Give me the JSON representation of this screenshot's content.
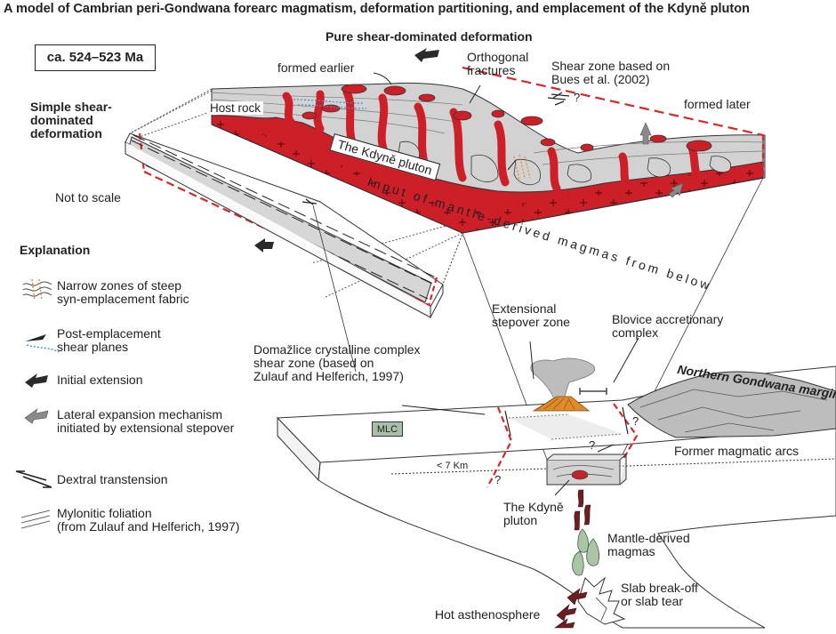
{
  "title": "A model of Cambrian peri-Gondwana forearc magmatism, deformation partitioning, and emplacement of the Kdyně pluton",
  "age": "ca. 524–523 Ma",
  "labels": {
    "pure_shear": "Pure shear-dominated deformation",
    "formed_earlier": "formed earlier",
    "orthogonal_fractures": "Orthogonal\nfractures",
    "shear_zone_bues": "Shear zone based on\nBues et al. (2002)",
    "formed_later": "formed later",
    "host_rock": "Host rock",
    "kdyne_pluton_block": "The Kdyně pluton",
    "simple_shear": "Simple shear-\ndominated\ndeformation",
    "not_to_scale": "Not to scale",
    "input_mantle": "Input of mantle-derived magmas from below",
    "question_mark": "?",
    "extensional_stepover": "Extensional\nstepover zone",
    "blovice": "Blovice accretionary\ncomplex",
    "domazlice": "Domažlice crystalline complex\nshear zone (based on\nZulauf and Helferich, 1997)",
    "northern_gondwana": "Northern Gondwana margin",
    "mlc": "MLC",
    "former_arcs": "Former magmatic arcs",
    "depth": "< 7 Km",
    "kdyne_pluton_lower": "The Kdyně\npluton",
    "mantle_magmas": "Mantle-derived\nmagmas",
    "slab": "Slab break-off\nor slab tear",
    "hot_asthenosphere": "Hot asthenosphere"
  },
  "explanation": {
    "heading": "Explanation",
    "items": [
      {
        "icon": "steep-fabric-icon",
        "text": "Narrow zones of steep\nsyn-emplacement fabric"
      },
      {
        "icon": "shear-plane-icon",
        "text": "Post-emplacement\nshear planes"
      },
      {
        "icon": "extension-arrow-icon",
        "text": "Initial extension"
      },
      {
        "icon": "lateral-expansion-icon",
        "text": "Lateral expansion mechanism\ninitiated by extensional stepover"
      },
      {
        "icon": "dextral-transtension-icon",
        "text": "Dextral transtension"
      },
      {
        "icon": "mylonitic-foliation-icon",
        "text": "Mylonitic foliation\n(from Zulauf and Helferich, 1997)"
      }
    ]
  },
  "colors": {
    "pluton_red": "#cc1f28",
    "host_gray": "#cfcfcf",
    "dark_arrow": "#2a2a2a",
    "gray_arrow": "#8a8a8a",
    "magma_green": "#a9c5a6",
    "dark_red": "#6b1f22",
    "volcano_orange": "#e08a2a",
    "plume_gray": "#bdbdbd",
    "dash_red": "#d7262c",
    "dotted_blue": "#3b8fd1"
  }
}
